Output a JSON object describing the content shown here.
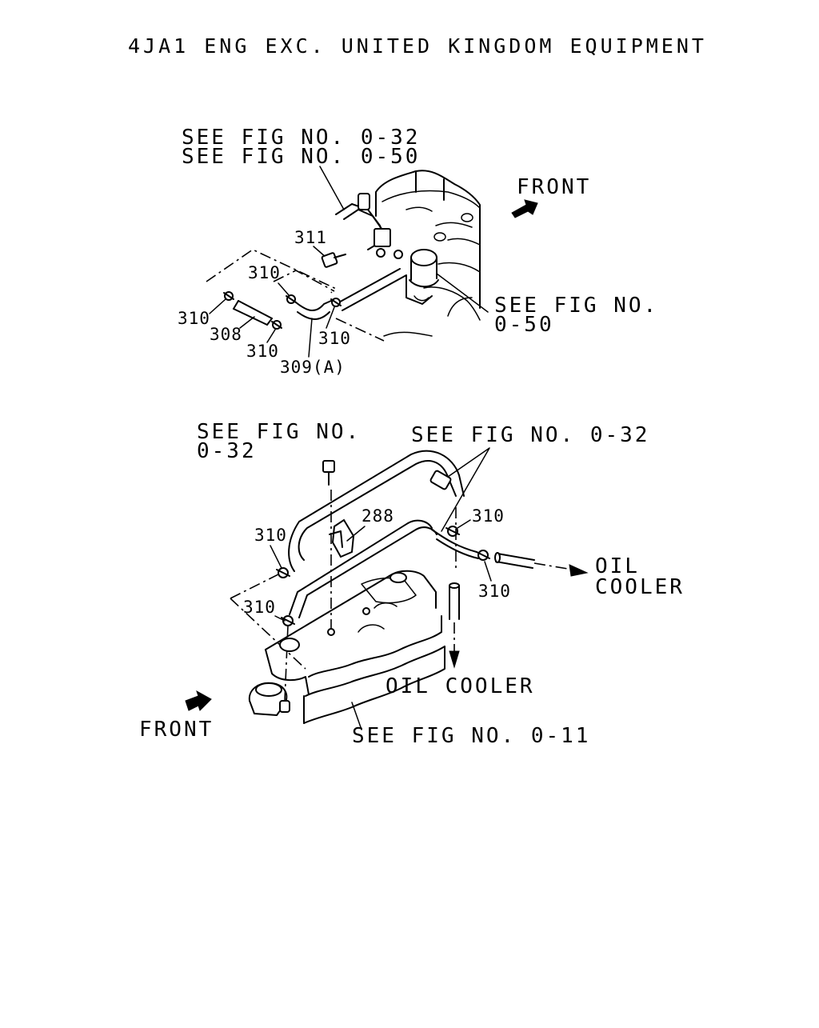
{
  "title": "4JA1 ENG EXC. UNITED KINGDOM EQUIPMENT",
  "top_view": {
    "ref_line1": "SEE FIG NO. 0-32",
    "ref_line2": "SEE FIG NO. 0-50",
    "front": "FRONT",
    "ref_right_line1": "SEE FIG NO.",
    "ref_right_line2": "0-50",
    "parts": {
      "p311": "311",
      "p310_a": "310",
      "p310_b": "310",
      "p310_c": "310",
      "p310_d": "310",
      "p308": "308",
      "p309a": "309(A)"
    }
  },
  "bottom_view": {
    "ref_left_line1": "SEE FIG NO.",
    "ref_left_line2": "0-32",
    "ref_top": "SEE FIG NO. 0-32",
    "oil_cooler_right_1": "OIL",
    "oil_cooler_right_2": "COOLER",
    "oil_cooler_down": "OIL COOLER",
    "front": "FRONT",
    "ref_bottom": "SEE FIG NO. 0-11",
    "parts": {
      "p288": "288",
      "p310_a": "310",
      "p310_b": "310",
      "p310_c": "310",
      "p310_d": "310"
    }
  }
}
